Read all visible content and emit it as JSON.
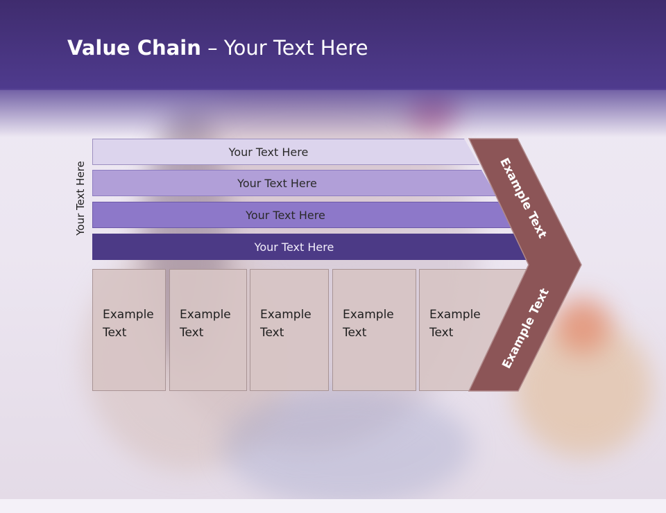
{
  "title": {
    "bold": "Value Chain",
    "rest": " – Your Text Here"
  },
  "side_label": "Your Text Here",
  "bars": [
    {
      "label": "Your Text Here"
    },
    {
      "label": "Your Text Here"
    },
    {
      "label": "Your Text Here"
    },
    {
      "label": "Your Text Here"
    }
  ],
  "cards": [
    {
      "line1": "Example",
      "line2": "Text"
    },
    {
      "line1": "Example",
      "line2": "Text"
    },
    {
      "line1": "Example",
      "line2": "Text"
    },
    {
      "line1": "Example",
      "line2": "Text"
    },
    {
      "line1": "Example",
      "line2": "Text"
    }
  ],
  "chevron": {
    "upper_label": "Example Text",
    "lower_label": "Example Text"
  },
  "colors": {
    "header": "#4a3786",
    "bar1": "#dcd4ed",
    "bar2": "#b19fd8",
    "bar3": "#8d78c9",
    "bar4": "#4c3a86",
    "card": "#d7c4c4",
    "chevron": "#8c5557"
  }
}
